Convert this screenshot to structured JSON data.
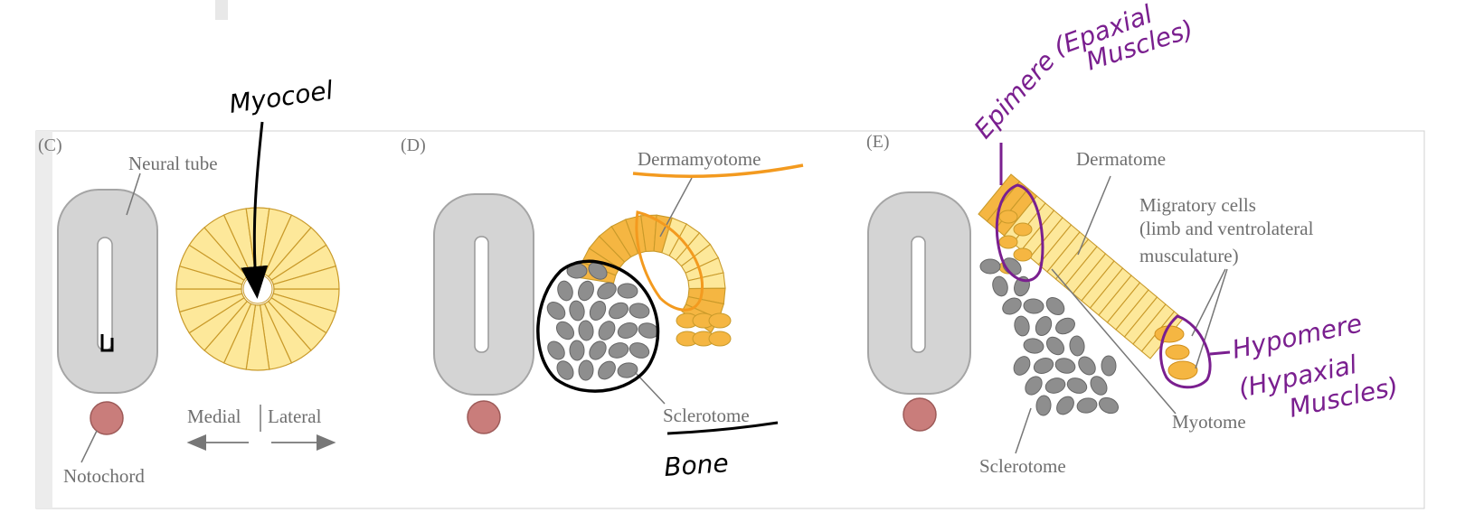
{
  "panels": {
    "c": {
      "letter": "(C)",
      "neural_tube": "Neural tube",
      "notochord": "Notochord",
      "medial": "Medial",
      "lateral": "Lateral"
    },
    "d": {
      "letter": "(D)",
      "dermamyotome": "Dermamyotome",
      "sclerotome": "Sclerotome"
    },
    "e": {
      "letter": "(E)",
      "dermatome": "Dermatome",
      "migratory_line1": "Migratory cells",
      "migratory_line2": "(limb and ventrolateral",
      "migratory_line3": "musculature)",
      "sclerotome": "Sclerotome",
      "myotome": "Myotome"
    }
  },
  "annotations": {
    "myocoel": "Myocoel",
    "bone": "Bone",
    "epimere": "Epimere",
    "epaxial_line1": "(Epaxial",
    "epaxial_line2": "Muscles)",
    "hypomere": "Hypomere",
    "hypaxial_line1": "(Hypaxial",
    "hypaxial_line2": "Muscles)"
  },
  "colors": {
    "neural_tube": "#d4d4d4",
    "notochord": "#c97d7b",
    "somite_yellow": "#fde89a",
    "somite_orange": "#f5b642",
    "sclerotome_cell": "#8e8e8e",
    "ink_black": "#000000",
    "ink_orange": "#f39a1f",
    "ink_purple": "#7a1f8f"
  }
}
